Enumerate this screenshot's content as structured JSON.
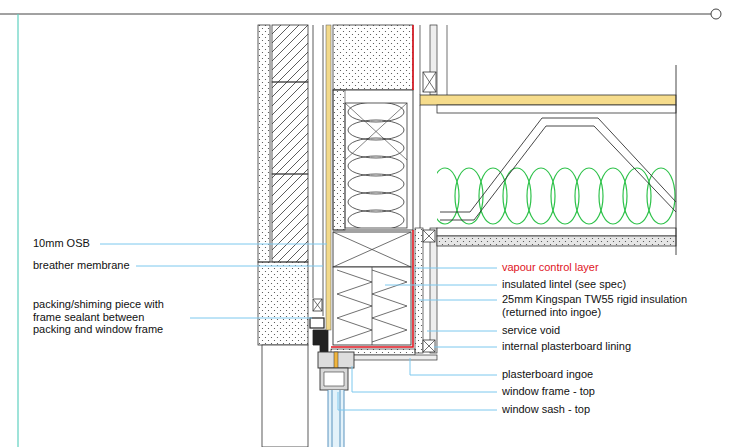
{
  "diagram": {
    "labels": [
      "10mm OSB",
      "breather membrane",
      "packing/shiming piece with frame sealant between packing and window frame",
      "vapour control layer",
      "insulated lintel (see spec)",
      "25mm Kingspan TW55 rigid insulation (returned into ingoe)",
      "service void",
      "internal plasterboard lining",
      "plasterboard ingoe",
      "window frame - top",
      "window sash - top"
    ]
  }
}
